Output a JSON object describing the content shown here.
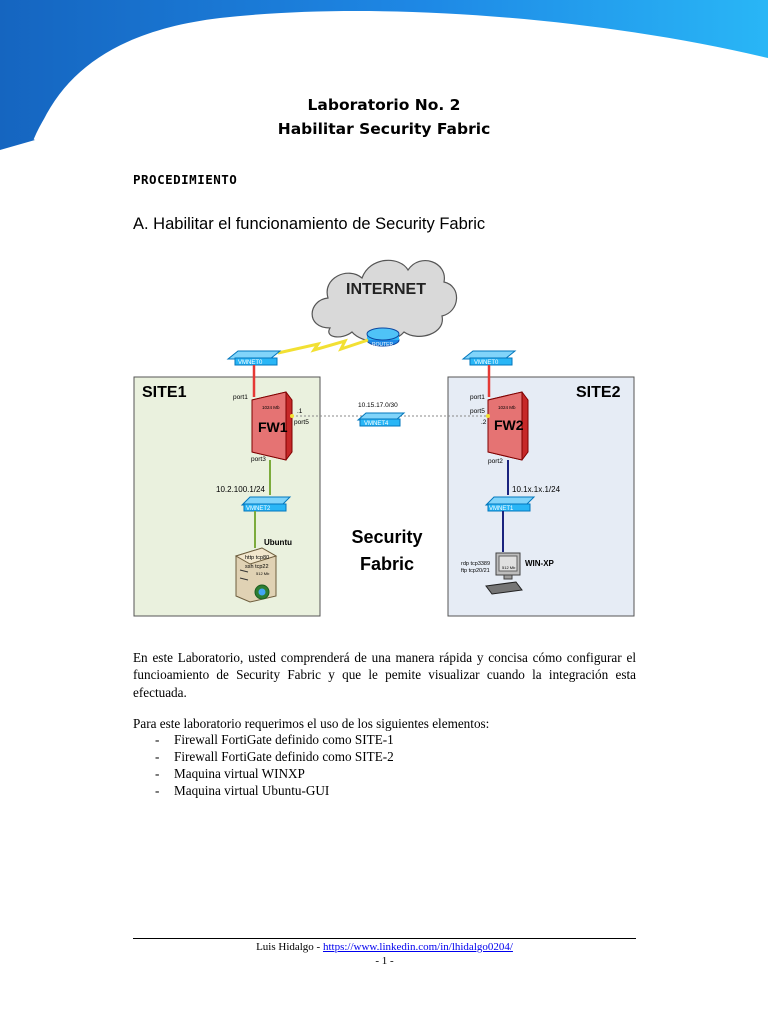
{
  "header": {
    "title_line1": "Laboratorio No. 2",
    "title_line2": "Habilitar Security Fabric",
    "colors": {
      "banner_dark": "#1565c0",
      "banner_light": "#29b6f6"
    }
  },
  "procedure_heading": "PROCEDIMIENTO",
  "section_a_heading": "A. Habilitar el funcionamiento de Security Fabric",
  "diagram": {
    "internet_label": "INTERNET",
    "router_label": "ROUTER",
    "vmnet0_left": "VMNET0",
    "vmnet0_right": "VMNET0",
    "site1_label": "SITE1",
    "site2_label": "SITE2",
    "fw1": {
      "name": "FW1",
      "speed": "1024 Mb",
      "port1": "port1",
      "port5": "port5",
      "port5_ip": ".1",
      "port3": "port3",
      "lan_ip": "10.2.100.1/24",
      "lan_net": "VMNET2"
    },
    "fw2": {
      "name": "FW2",
      "speed": "1024 Mb",
      "port1": "port1",
      "port5": "port5",
      "port5_ip": ".2",
      "port2": "port2",
      "lan_ip": "10.1x.1x.1/24",
      "lan_net": "VMNET1"
    },
    "link_subnet": "10.15.17.0/30",
    "link_net": "VMNET4",
    "ubuntu": {
      "name": "Ubuntu",
      "svc1": "http  tcp80",
      "svc2": "ssh   tcp22",
      "mem": "512 Mb"
    },
    "winxp": {
      "name": "WIN-XP",
      "svc1": "rdp  tcp3389",
      "svc2": "ftp  tcp20/21",
      "mem": "512 Mb"
    },
    "center_label_line1": "Security",
    "center_label_line2": "Fabric",
    "colors": {
      "site1_fill": "#eaf1de",
      "site2_fill": "#e6ecf5",
      "wan_link": "#e53935",
      "site1_lan": "#7cab3c",
      "site2_lan": "#1a237e",
      "firewall": "#c62828",
      "switch": "#29b6f6",
      "lightning": "#f2e033"
    }
  },
  "intro_paragraph": "En este Laboratorio, usted comprenderá de una manera rápida y concisa cómo configurar el funcioamiento de Security Fabric y que le pemite visualizar cuando la integración esta efectuada.",
  "requirements_intro": "Para este laboratorio requerimos el uso de los siguientes elementos:",
  "requirements": [
    "Firewall FortiGate definido como SITE-1",
    "Firewall FortiGate definido como SITE-2",
    "Maquina virtual WINXP",
    "Maquina virtual Ubuntu-GUI"
  ],
  "footer": {
    "author": "Luis Hidalgo - ",
    "link": "https://www.linkedin.com/in/lhidalgo0204/",
    "page": "- 1 -"
  }
}
